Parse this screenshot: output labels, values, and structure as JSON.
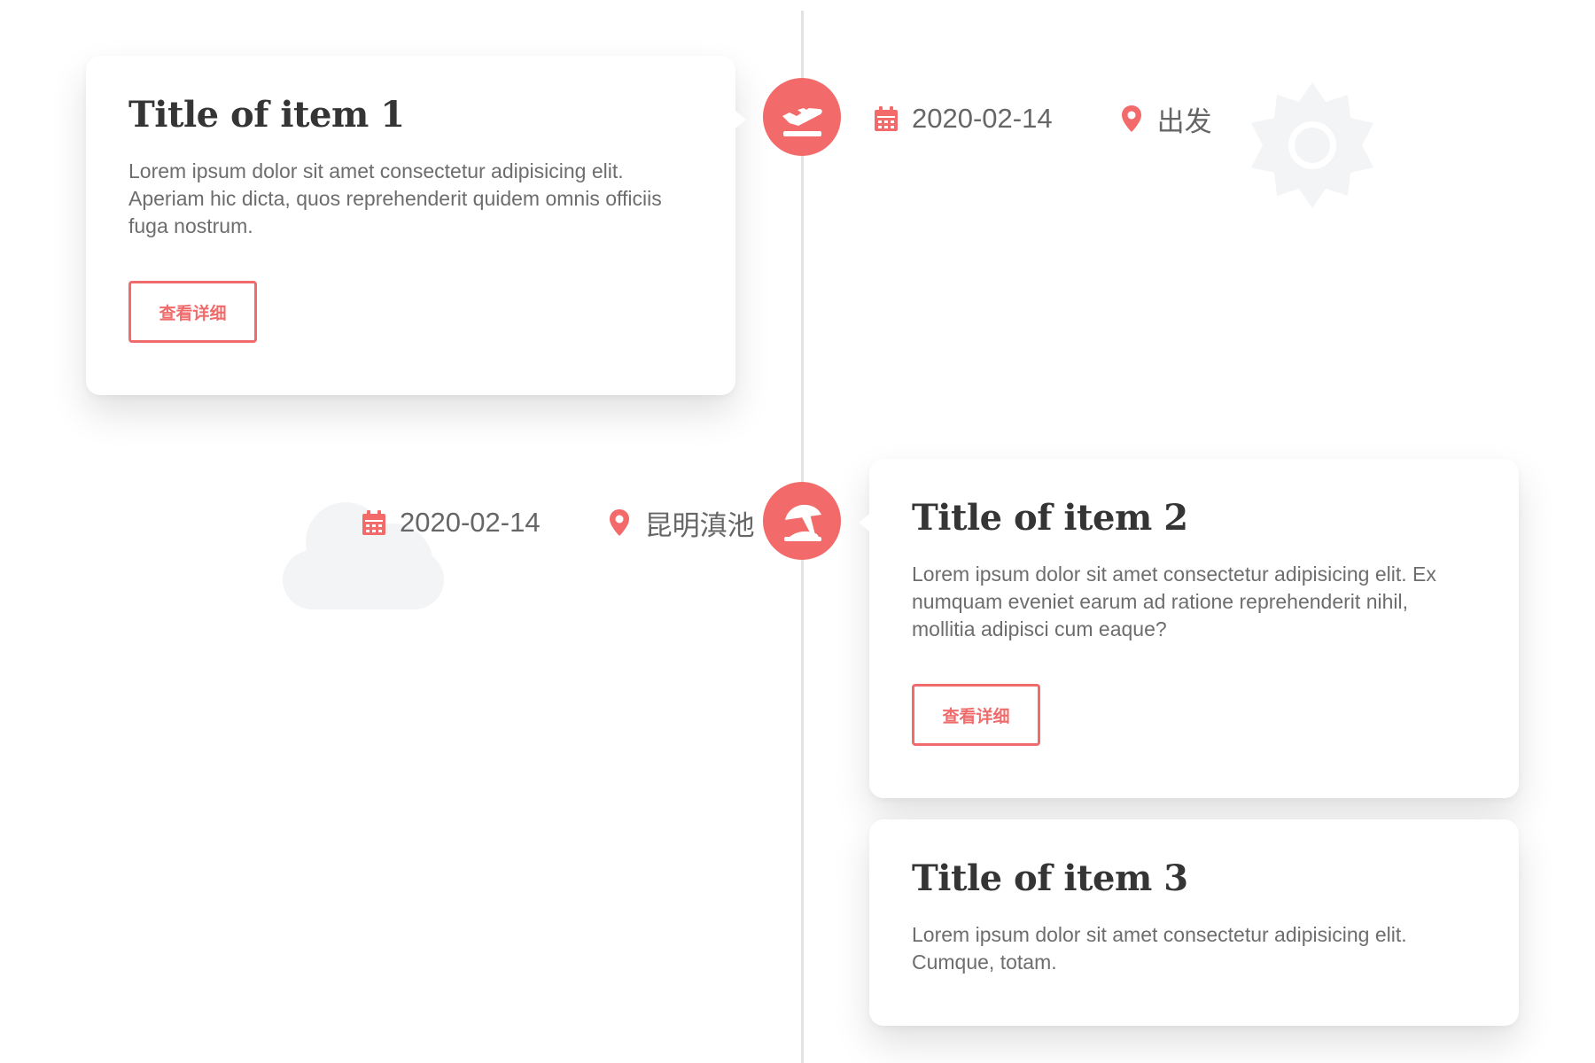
{
  "timeline": {
    "items": [
      {
        "title": "Title of item 1",
        "text": "Lorem ipsum dolor sit amet consectetur adipisicing elit. Aperiam hic dicta, quos reprehenderit quidem omnis officiis fuga nostrum.",
        "button_label": "查看详细",
        "date": "2020-02-14",
        "location": "出发",
        "node_icon": "airplane-departure-icon",
        "background_icon": "sun-icon"
      },
      {
        "title": "Title of item 2",
        "text": "Lorem ipsum dolor sit amet consectetur adipisicing elit. Ex numquam eveniet earum ad ratione reprehenderit nihil, mollitia adipisci cum eaque?",
        "button_label": "查看详细",
        "date": "2020-02-14",
        "location": "昆明滇池",
        "node_icon": "beach-umbrella-icon",
        "background_icon": "cloud-icon"
      },
      {
        "title": "Title of item 3",
        "text": "Lorem ipsum dolor sit amet consectetur adipisicing elit. Cumque, totam."
      }
    ]
  },
  "colors": {
    "accent": "#f26a6a",
    "title": "#353535",
    "body_text": "#6d6d6d",
    "timeline_line": "#e2e2e2",
    "background_icon": "#f3f4f6"
  },
  "icons": {
    "calendar": "calendar-icon",
    "location": "location-pin-icon"
  }
}
